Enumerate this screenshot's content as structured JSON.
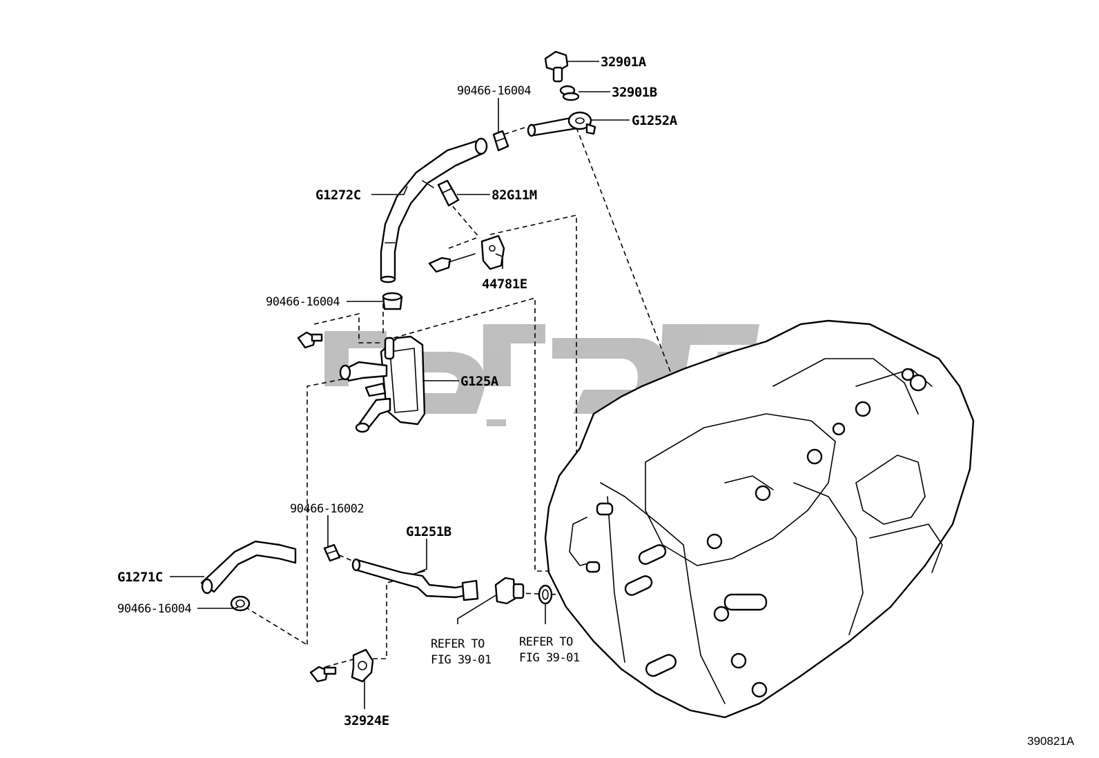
{
  "diagram": {
    "catalog_number": "390821A",
    "watermark": {
      "color": "#8a8a8a"
    },
    "labels": {
      "p32901A": "32901A",
      "p32901B": "32901B",
      "pG1252A": "G1252A",
      "p90466_top": "90466-16004",
      "pG1272C": "G1272C",
      "p82G11M": "82G11M",
      "p44781E": "44781E",
      "p90466_mid": "90466-16004",
      "pG125A": "G125A",
      "p90466_16002": "90466-16002",
      "pG1251B": "G1251B",
      "pG1271C": "G1271C",
      "p90466_low": "90466-16004",
      "refer1_line1": "REFER TO",
      "refer1_line2": "FIG 39-01",
      "refer2_line1": "REFER TO",
      "refer2_line2": "FIG 39-01",
      "p32924E": "32924E"
    }
  }
}
